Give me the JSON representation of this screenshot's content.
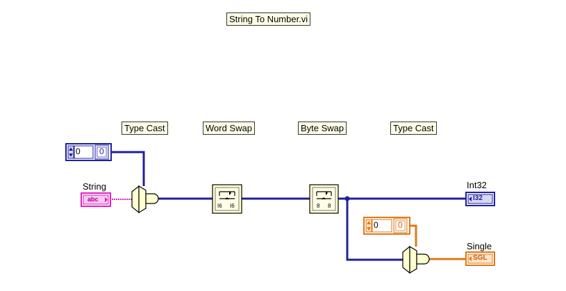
{
  "vi_title": "String To Number.vi",
  "function_labels": {
    "type_cast_1": "Type Cast",
    "word_swap": "Word Swap",
    "byte_swap": "Byte Swap",
    "type_cast_2": "Type Cast"
  },
  "controls": {
    "string_label": "String",
    "string_type": "abc",
    "int32_label": "Int32",
    "int32_type": "I32",
    "single_label": "Single",
    "single_type": "SGL"
  },
  "constants": {
    "blue_const_value": "0",
    "blue_const_inner": "0",
    "orange_const_value": "0",
    "orange_const_inner": "0"
  },
  "node_glyphs": {
    "word_swap_left": "I6",
    "word_swap_right": "I6",
    "byte_swap_left": "8",
    "byte_swap_right": "8"
  },
  "colors": {
    "int_wire": "#1f1fa0",
    "string_wire": "#e020c0",
    "float_wire": "#e07818",
    "label_bg": "#ffffe6",
    "node_bg": "#ffffd0"
  }
}
